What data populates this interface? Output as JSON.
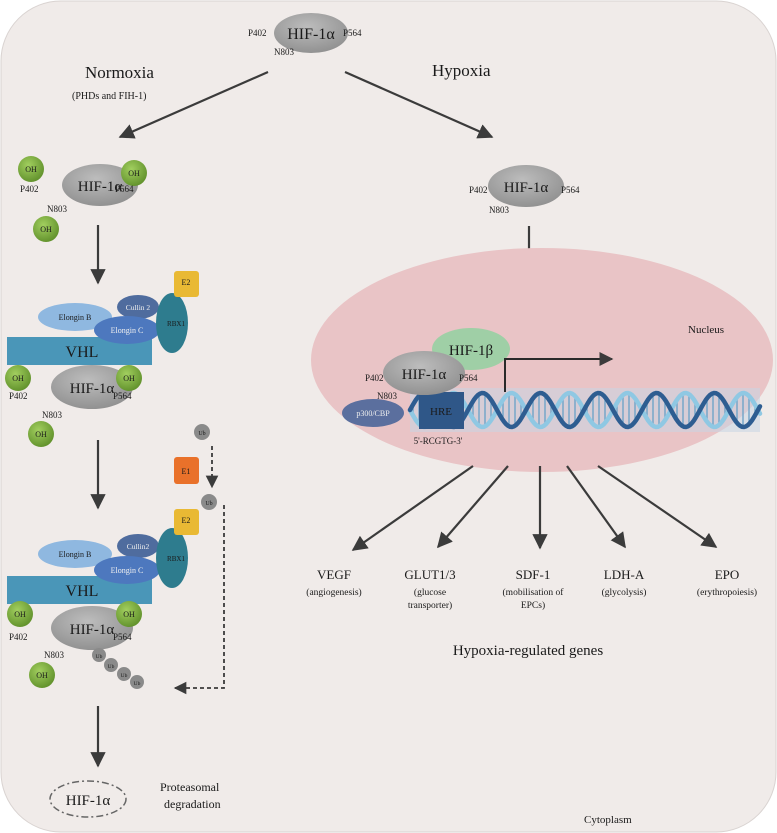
{
  "top": {
    "hif": "HIF-1α",
    "p402": "P402",
    "p564": "P564",
    "n803": "N803"
  },
  "normoxia": {
    "title": "Normoxia",
    "subtitle": "(PHDs and FIH-1)"
  },
  "hypoxia": {
    "title": "Hypoxia"
  },
  "labels": {
    "oh": "OH",
    "hif1a": "HIF-1α",
    "hif1b": "HIF-1β",
    "p402": "P402",
    "p564": "P564",
    "n803": "N803",
    "elongin_b": "Elongin B",
    "elongin_c": "Elongin C",
    "cullin2": "Cullin 2",
    "cullin2b": "Cullin2",
    "rbx1": "RBX1",
    "e2": "E2",
    "e1": "E1",
    "ub": "Ub",
    "vhl": "VHL",
    "nucleus": "Nucleus",
    "p300": "p300/CBP",
    "hre": "HRE",
    "hre_seq": "5'-RCGTG-3'",
    "proteasomal": "Proteasomal",
    "degradation": "degradation",
    "cytoplasm": "Cytoplasm",
    "genes_title": "Hypoxia-regulated genes"
  },
  "genes": [
    {
      "name": "VEGF",
      "desc": [
        "(angiogenesis)"
      ]
    },
    {
      "name": "GLUT1/3",
      "desc": [
        "(glucose",
        "transporter)"
      ]
    },
    {
      "name": "SDF-1",
      "desc": [
        "(mobilisation of",
        "EPCs)"
      ]
    },
    {
      "name": "LDH-A",
      "desc": [
        "(glycolysis)"
      ]
    },
    {
      "name": "EPO",
      "desc": [
        "(erythropoiesis)"
      ]
    }
  ],
  "colors": {
    "cytoplasm": "#f0ebe9",
    "nucleus": "#e9c4c6",
    "hif": "#a3a3a3",
    "oh": "#76a83a",
    "vhl": "#4a96b8",
    "elonginB": "#8fb8e0",
    "elonginC": "#4d78be",
    "cullin": "#4f6c9e",
    "rbx1": "#2e7c8e",
    "e2": "#e9b934",
    "e1": "#e9712a",
    "hif1b": "#9fcfa6",
    "p300": "#5b6f9e",
    "hre": "#2f5788",
    "dna1": "#2e5d91",
    "dna2": "#8fc8e3"
  }
}
